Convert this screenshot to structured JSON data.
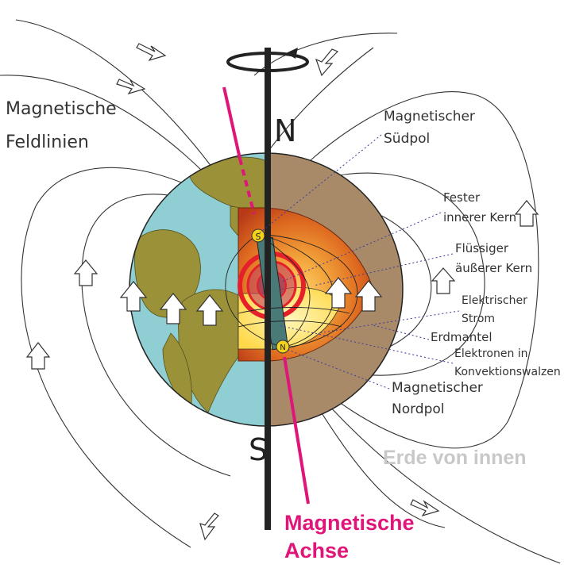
{
  "poles": {
    "north": "N",
    "south": "S"
  },
  "field_lines_label": [
    "Magnetische",
    "Feldlinien"
  ],
  "labels": {
    "magnetic_south_pole": [
      "Magnetischer",
      "Südpol"
    ],
    "solid_inner_core": [
      "Fester",
      "innerer Kern"
    ],
    "liquid_outer_core": [
      "Flüssiger",
      "äußerer Kern"
    ],
    "electric_current": [
      "Elektrischer",
      "Strom"
    ],
    "mantle": "Erdmantel",
    "electrons": [
      "Elektronen in",
      "Konvektionswalzen"
    ],
    "magnetic_north_pole": [
      "Magnetischer",
      "Nordpol"
    ]
  },
  "title": "Erde von innen",
  "magnetic_axis": [
    "Magnetische",
    "Achse"
  ],
  "core_pole_marks": {
    "top": "S",
    "bottom": "N"
  },
  "colors": {
    "ocean": "#8fcfd4",
    "land": "#9a9138",
    "mantle": "#a88a68",
    "outer_core": "#e8802a",
    "inner_core": "#ffe066",
    "axis_magenta": "#e0157a",
    "title_gray": "#c8c8c8",
    "label_text": "#333333"
  }
}
